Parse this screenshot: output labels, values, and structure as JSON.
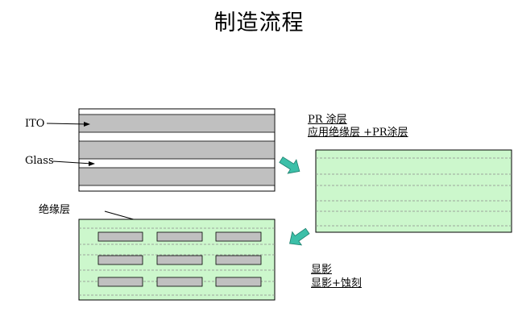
{
  "title": "制造流程",
  "labels": {
    "ito": "ITO",
    "glass": "Glass",
    "insulator": "绝缘层",
    "pr_coating": "PR 涂层",
    "apply_insulator_pr": "应用绝缘层 +PR涂层",
    "develop": "显影",
    "develop_etch": "显影+蚀刻"
  },
  "colors": {
    "ito_band": "#c0c0c0",
    "green_fill": "#ccf7cc",
    "dashed_line": "#8a8a8a",
    "arrow_teal": "#3cbfa8",
    "pad_fill": "#c0c0c0"
  },
  "icons": [
    "right-arrow-icon",
    "down-left-arrow-icon"
  ]
}
